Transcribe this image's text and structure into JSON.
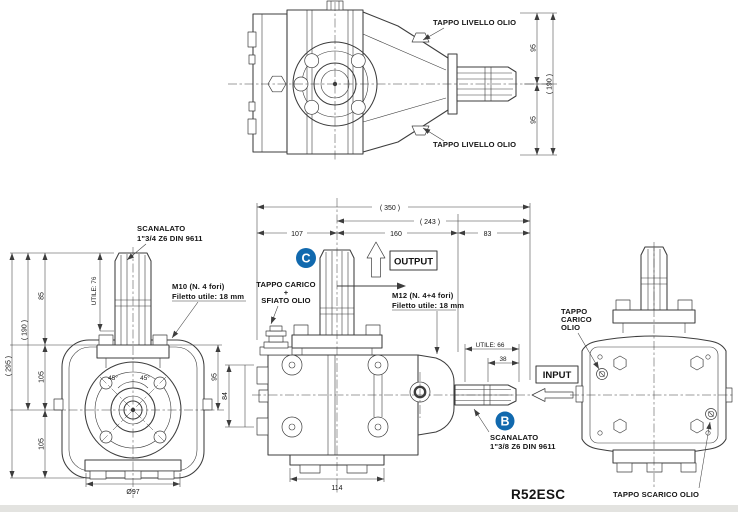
{
  "page": {
    "bg": "#ffffff",
    "line_color": "#3d3d3d",
    "text_color": "#141414",
    "accent_blue": "#1169ae",
    "model_code": "R52ESC"
  },
  "top_view": {
    "tappo_livello_top": "TAPPO LIVELLO OLIO",
    "tappo_livello_bottom": "TAPPO LIVELLO OLIO",
    "dim_95_top": "95",
    "dim_190": "( 190 )",
    "dim_95_bottom": "95"
  },
  "front_view": {
    "scanalato_line1": "SCANALATO",
    "scanalato_line2": "1\"3/4 Z6 DIN 9611",
    "utile_76": "UTILE: 76",
    "dim_85": "85",
    "dim_190": "( 190 )",
    "dim_295": "( 295 )",
    "dim_105_upper": "105",
    "dim_105_lower": "105",
    "dim_95_right": "95",
    "angle_left": "45°",
    "angle_right": "45°",
    "dim_d97": "Ø97",
    "m10_line1": "M10  (N. 4 fori)",
    "m10_line2": "Filetto utile: 18 mm"
  },
  "side_view": {
    "dim_350": "( 350 )",
    "dim_243": "( 243 )",
    "dim_107": "107",
    "dim_160": "160",
    "dim_83": "83",
    "badge_c": "C",
    "tappo_carico_line1": "TAPPO CARICO",
    "tappo_carico_line2": "+",
    "tappo_carico_line3": "SFIATO OLIO",
    "output_label": "OUTPUT",
    "m12_line1": "M12  (N. 4+4 fori)",
    "m12_line2": "Filetto utile: 18 mm",
    "dim_utile_66": "UTILE: 66",
    "dim_38": "38",
    "input_label": "INPUT",
    "badge_b": "B",
    "scanalato_line1": "SCANALATO",
    "scanalato_line2": "1\"3/8 Z6 DIN 9611",
    "dim_114": "114",
    "dim_84": "84"
  },
  "back_view": {
    "tappo_carico_line1": "TAPPO",
    "tappo_carico_line2": "CARICO",
    "tappo_carico_line3": "OLIO",
    "tappo_scarico": "TAPPO SCARICO OLIO"
  }
}
